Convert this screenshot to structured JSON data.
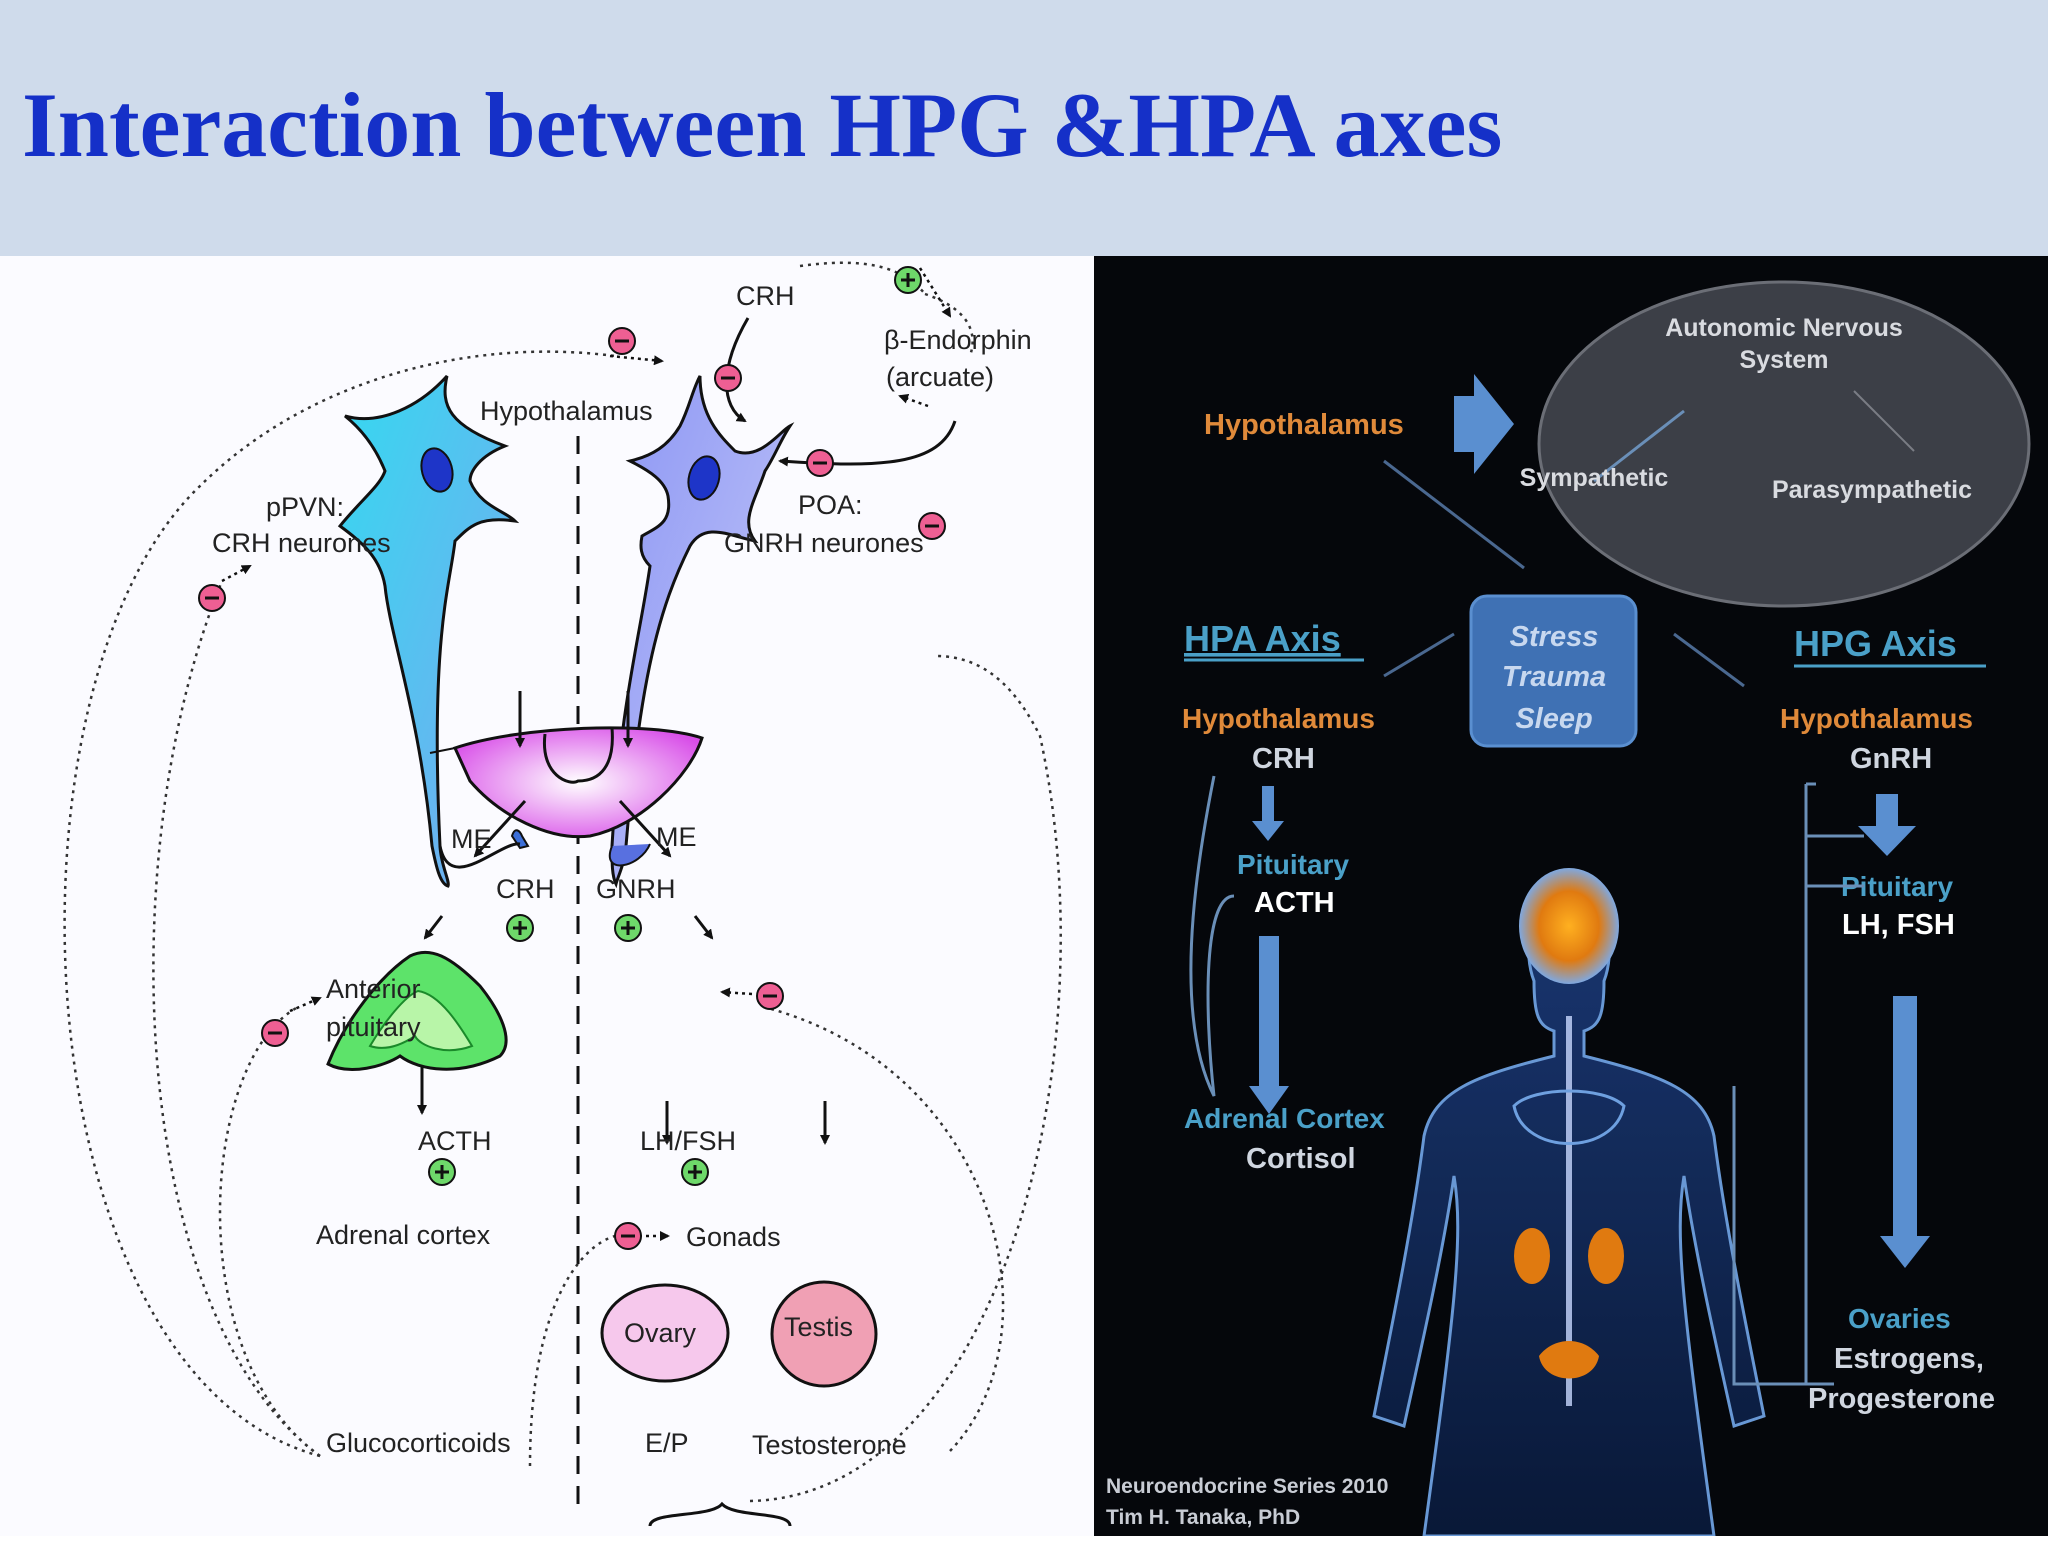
{
  "slide": {
    "title": "Interaction between HPG &HPA axes"
  },
  "left_diagram": {
    "labels": {
      "crh_top": "CRH",
      "beta_endorphin": "β-Endorphin",
      "arcuate": "(arcuate)",
      "hypothalamus": "Hypothalamus",
      "ppvn": "pPVN:",
      "crh_neurones": "CRH neurones",
      "poa": "POA:",
      "gnrh_neurones": "GNRH neurones",
      "me_left": "ME",
      "me_right": "ME",
      "crh_mid": "CRH",
      "gnrh_mid": "GNRH",
      "anterior": "Anterior",
      "pituitary": "pituitary",
      "acth": "ACTH",
      "lhfsh": "LH/FSH",
      "adrenal_cortex": "Adrenal cortex",
      "gonads": "Gonads",
      "ovary": "Ovary",
      "testis": "Testis",
      "glucocorticoids": "Glucocorticoids",
      "ep": "E/P",
      "testosterone": "Testosterone"
    }
  },
  "right_diagram": {
    "ans": {
      "title_line1": "Autonomic Nervous",
      "title_line2": "System",
      "sympathetic": "Sympathetic",
      "parasympathetic": "Parasympathetic"
    },
    "hypothalamus_top": "Hypothalamus",
    "stress": {
      "line1": "Stress",
      "line2": "Trauma",
      "line3": "Sleep"
    },
    "hpa": {
      "heading": "HPA Axis",
      "hypothalamus": "Hypothalamus",
      "hormone": "CRH",
      "pituitary": "Pituitary",
      "pituitary_hormone": "ACTH",
      "gland": "Adrenal Cortex",
      "gland_hormone": "Cortisol"
    },
    "hpg": {
      "heading": "HPG Axis",
      "hypothalamus": "Hypothalamus",
      "hormone": "GnRH",
      "pituitary": "Pituitary",
      "pituitary_hormone": "LH, FSH",
      "gland": "Ovaries",
      "gland_hormone_line1": "Estrogens,",
      "gland_hormone_line2": "Progesterone"
    },
    "credit": {
      "line1": "Neuroendocrine Series 2010",
      "line2": "Tim H. Tanaka, PhD"
    }
  }
}
